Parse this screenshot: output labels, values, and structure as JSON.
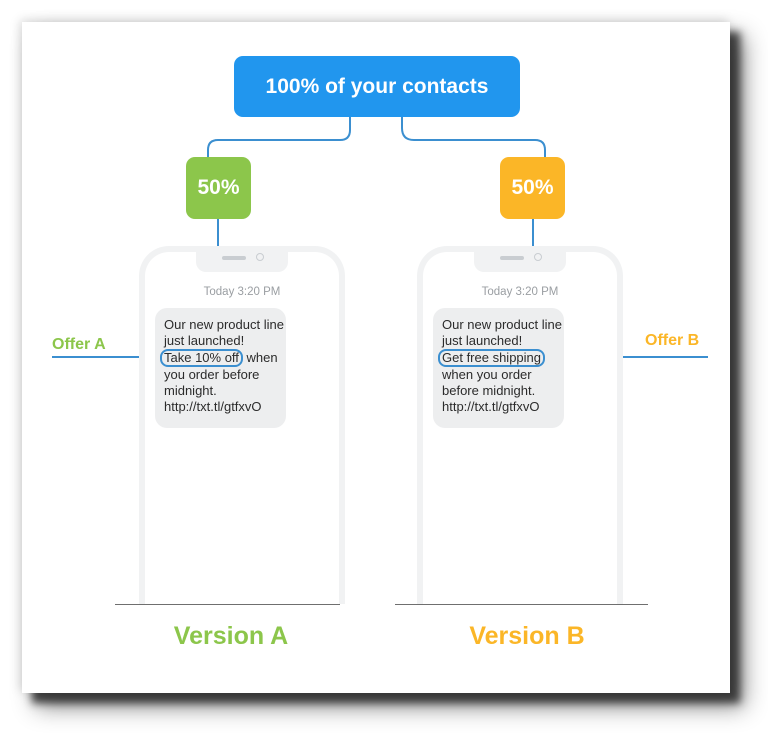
{
  "header": {
    "label": "100% of your contacts",
    "color": "#2196EE"
  },
  "splits": [
    {
      "label": "50%",
      "color": "#8CC64B"
    },
    {
      "label": "50%",
      "color": "#FBB627"
    }
  ],
  "phones": [
    {
      "timestamp": "Today 3:20 PM",
      "message": {
        "line1": "Our new product line",
        "line2": "just launched!",
        "highlight": "Take 10% off",
        "line3_rest": " when",
        "line4": "you order before",
        "line5": "midnight.",
        "line6": "http://txt.tl/gtfxvO"
      },
      "offer_label": "Offer A",
      "version_label": "Version A"
    },
    {
      "timestamp": "Today 3:20 PM",
      "message": {
        "line1": "Our new product line",
        "line2": "just launched!",
        "highlight": "Get free shipping",
        "line4": "when you order",
        "line5": "before midnight.",
        "line6": "http://txt.tl/gtfxvO"
      },
      "offer_label": "Offer B",
      "version_label": "Version B"
    }
  ],
  "colors": {
    "connector": "#3B8FD0",
    "version_a": "#8CC64B",
    "version_b": "#FBB627"
  }
}
